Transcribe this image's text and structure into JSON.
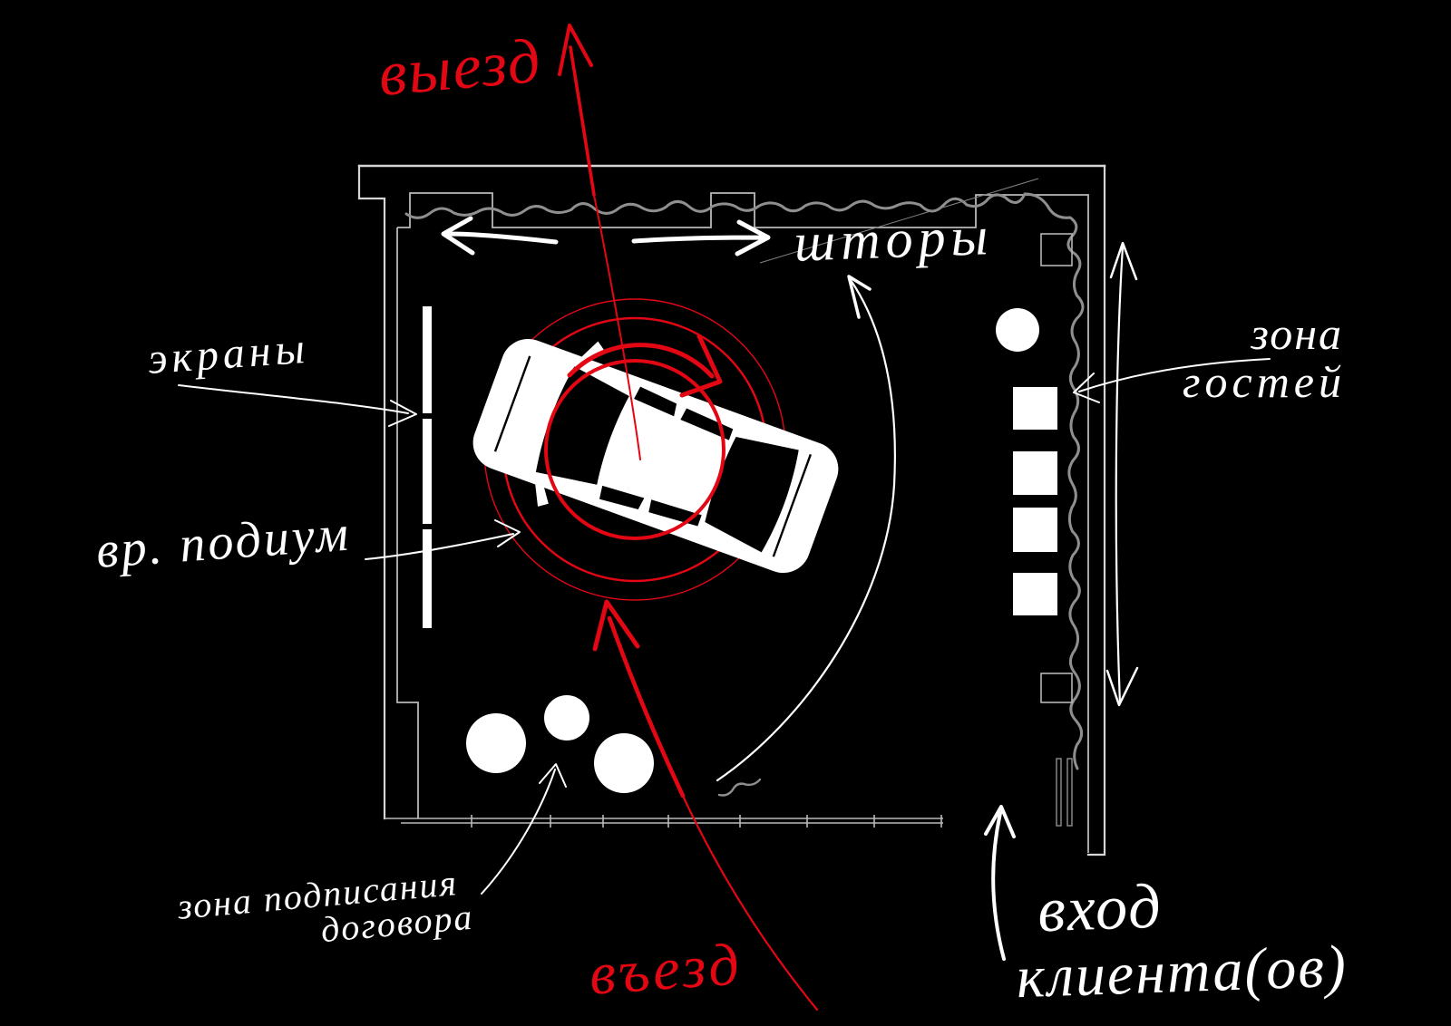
{
  "colors": {
    "background": "#000000",
    "accent_red": "#e30613",
    "line_white": "#ffffff",
    "wall_gray": "#d6d6d6",
    "curtain_gray": "#8f8f8f"
  },
  "labels": {
    "exit": "выезд",
    "curtains": "шторы",
    "screens": "экраны",
    "guest_zone": [
      "зона",
      "гостей"
    ],
    "podium": "вр. подиум",
    "signing_zone": [
      "зона подписания",
      "договора"
    ],
    "entry": "въезд",
    "client_entrance": [
      "вход",
      "клиента(ов)"
    ]
  }
}
